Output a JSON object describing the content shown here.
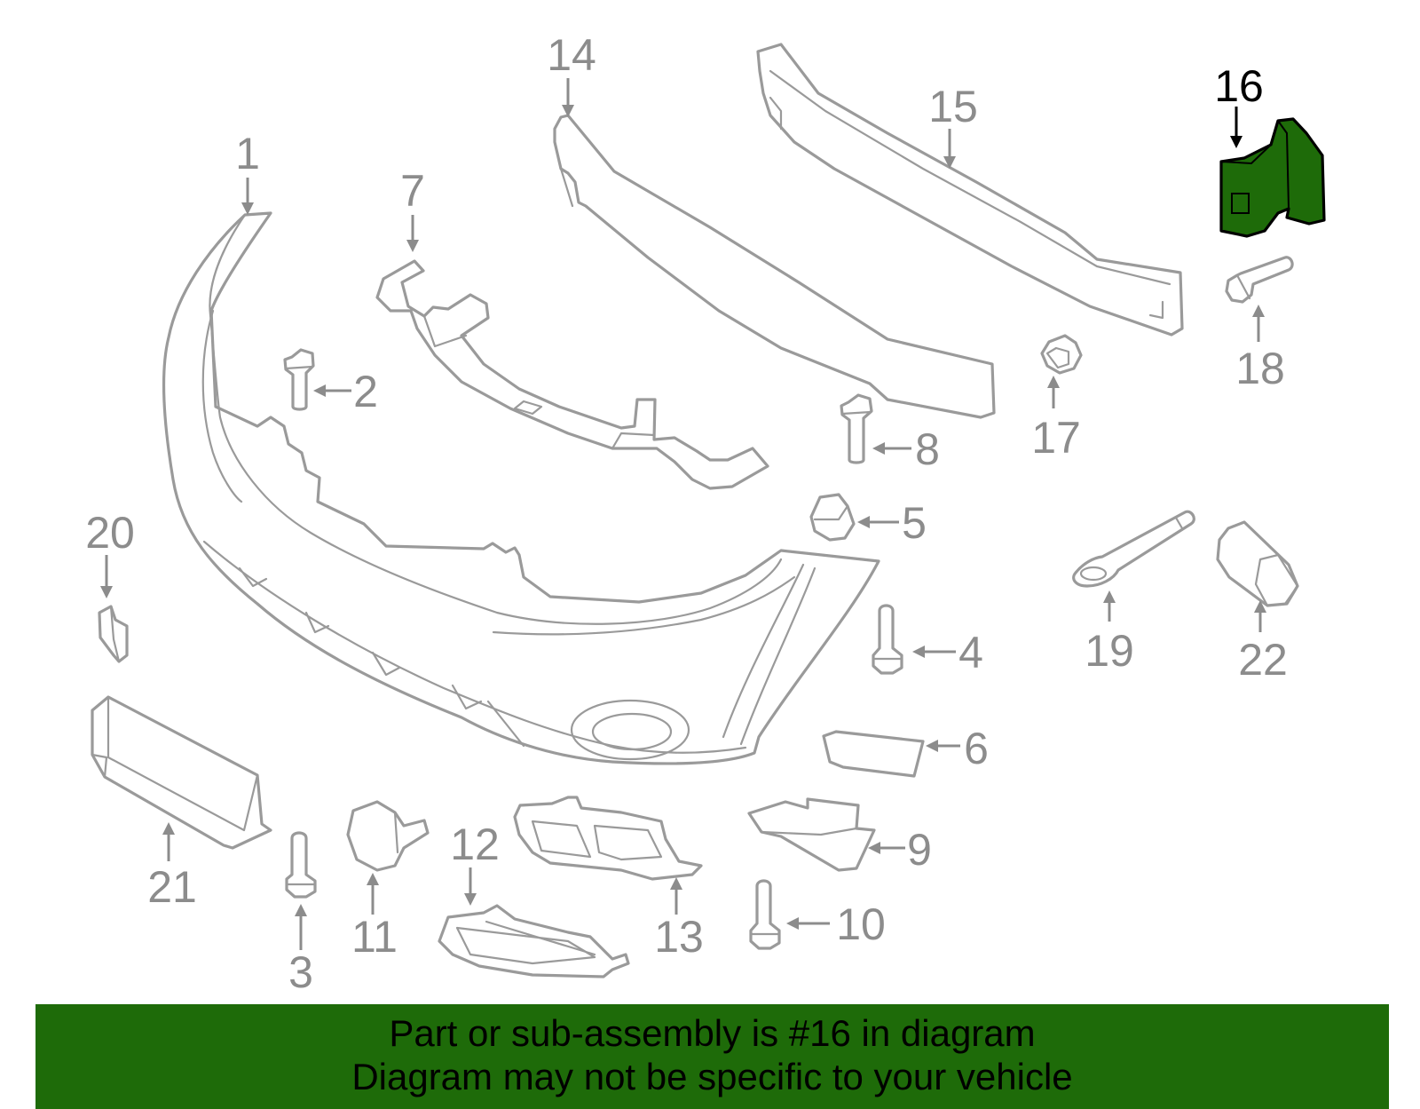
{
  "callouts": {
    "c1": "1",
    "c2": "2",
    "c3": "3",
    "c4": "4",
    "c5": "5",
    "c6": "6",
    "c7": "7",
    "c8": "8",
    "c9": "9",
    "c10": "10",
    "c11": "11",
    "c12": "12",
    "c13": "13",
    "c14": "14",
    "c15": "15",
    "c16": "16",
    "c17": "17",
    "c18": "18",
    "c19": "19",
    "c20": "20",
    "c21": "21",
    "c22": "22"
  },
  "highlighted_part": "16",
  "colors": {
    "highlight": "#1e6b09",
    "line": "#9a9a9a",
    "background": "#ffffff"
  },
  "banner": {
    "line1": "Part or sub-assembly is #16 in diagram",
    "line2": "Diagram may not be specific to your vehicle"
  }
}
